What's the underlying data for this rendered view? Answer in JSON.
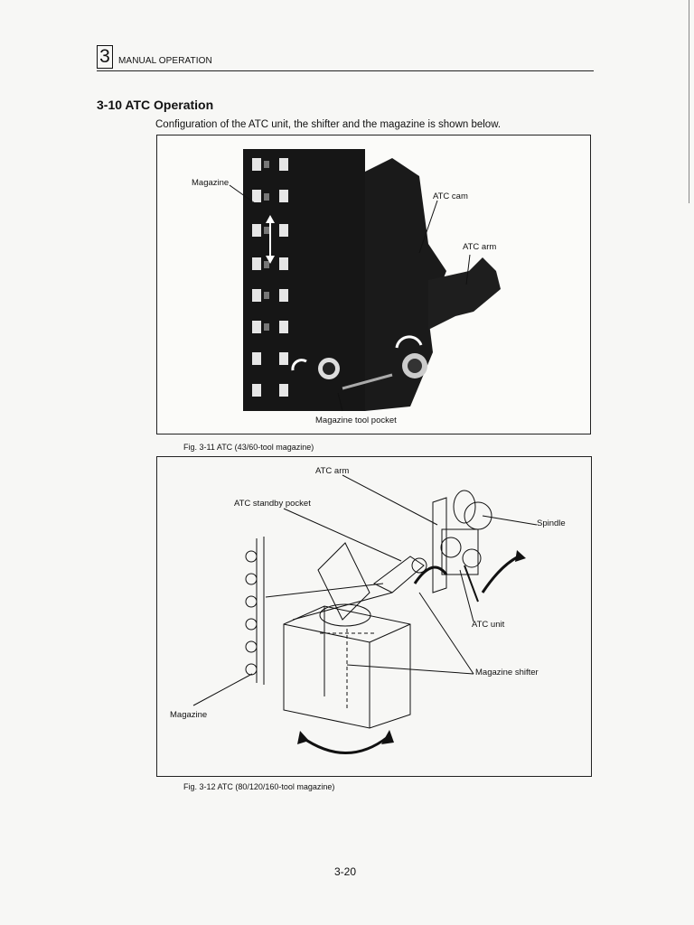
{
  "header": {
    "chapter_number": "3",
    "chapter_title": "MANUAL OPERATION"
  },
  "section": {
    "title": "3-10  ATC Operation"
  },
  "intro": "Configuration of the ATC unit, the shifter and the magazine is shown below.",
  "figure1": {
    "caption": "Fig. 3-11   ATC (43/60-tool magazine)",
    "labels": {
      "magazine": "Magazine",
      "atc_cam": "ATC cam",
      "atc_arm": "ATC arm",
      "magazine_tool_pocket": "Magazine tool pocket"
    }
  },
  "figure2": {
    "caption": "Fig. 3-12   ATC (80/120/160-tool magazine)",
    "labels": {
      "atc_arm": "ATC arm",
      "atc_standby_pocket": "ATC standby pocket",
      "spindle": "Spindle",
      "atc_unit": "ATC unit",
      "magazine_shifter": "Magazine shifter",
      "magazine": "Magazine"
    }
  },
  "page_number": "3-20"
}
